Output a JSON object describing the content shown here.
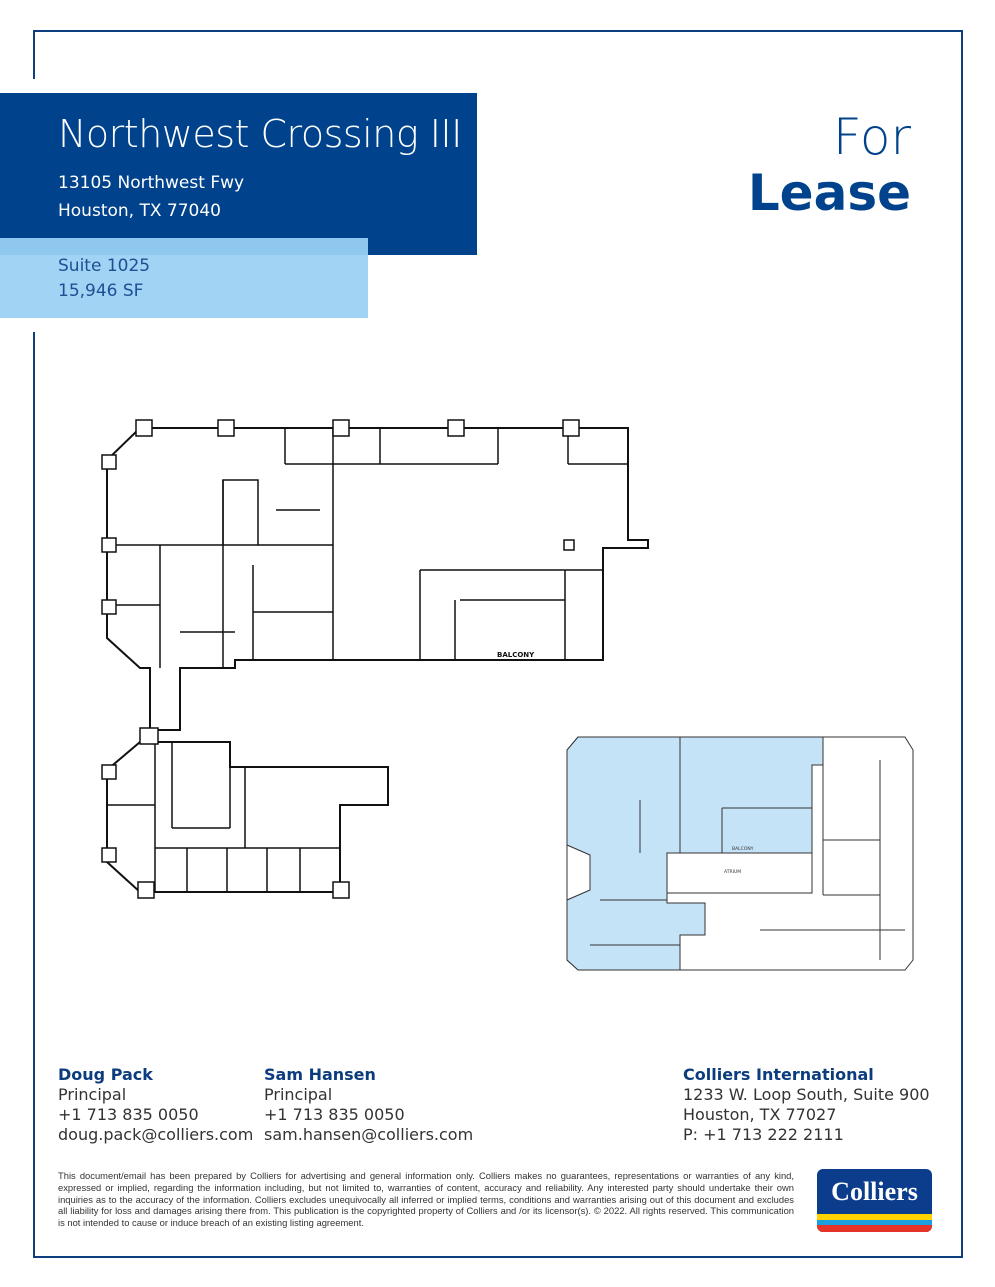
{
  "header": {
    "title": "Northwest Crossing III",
    "address_line1": "13105 Northwest Fwy",
    "address_line2": "Houston, TX 77040",
    "suite": "Suite 1025",
    "area": "15,946 SF",
    "for": "For",
    "lease": "Lease"
  },
  "floorplan": {
    "balcony_label": "BALCONY",
    "atrium_label": "ATRIUM",
    "highlight_color": "#c5e3f7"
  },
  "contacts": [
    {
      "name": "Doug Pack",
      "title": "Principal",
      "phone": "+1 713 835 0050",
      "email": "doug.pack@colliers.com"
    },
    {
      "name": "Sam Hansen",
      "title": "Principal",
      "phone": "+1 713 835 0050",
      "email": "sam.hansen@colliers.com"
    }
  ],
  "office": {
    "name": "Colliers International",
    "address_line1": "1233 W. Loop South, Suite 900",
    "address_line2": "Houston, TX 77027",
    "phone": "P: +1 713 222 2111"
  },
  "disclaimer": "This document/email has been prepared by Colliers for advertising and general information only. Colliers makes no guarantees, representations or warranties of any kind, expressed or implied, regarding the information including, but not limited to, warranties of content, accuracy and reliability. Any interested party should undertake their own inquiries as to the accuracy of the information. Colliers excludes unequivocally all inferred or implied terms, conditions and warranties arising out of this document and excludes all liability for loss and damages arising there from. This publication is the copyrighted property of Colliers and /or its licensor(s). © 2022. All rights reserved. This communication is not intended to cause or induce breach of an existing listing agreement.",
  "logo": {
    "text": "Colliers",
    "brand_color": "#0b3d8c"
  }
}
